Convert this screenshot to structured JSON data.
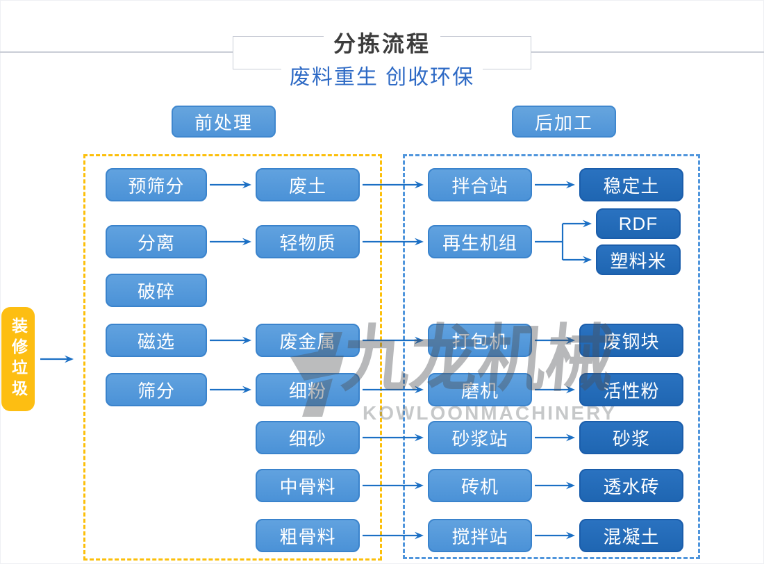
{
  "header": {
    "title": "分拣流程",
    "subtitle": "废料重生 创收环保"
  },
  "section_labels": {
    "pre": "前处理",
    "post": "后加工"
  },
  "source": {
    "label": "装修垃圾"
  },
  "watermark": {
    "cn": "九龙机械",
    "en": "KOWLOONMACHINERY"
  },
  "colors": {
    "node_light": "#4B92D7",
    "node_light_border": "#3A83CC",
    "node_dark": "#2268B4",
    "node_dark_border": "#1A5DAB",
    "arrow": "#1B6FC4",
    "dashed_yellow": "#FCBF0A",
    "dashed_blue": "#4F95DC",
    "source_fill": "#FDBE12",
    "title_text": "#3C3C3C",
    "subtitle_text": "#2E6AC5",
    "header_line": "#C9CDD6"
  },
  "nodes": [
    {
      "id": "yushaifen",
      "label": "预筛分",
      "col": "c1",
      "row": "r1",
      "variant": "light"
    },
    {
      "id": "feitu",
      "label": "废土",
      "col": "c2",
      "row": "r1",
      "variant": "light"
    },
    {
      "id": "banhezhan",
      "label": "拌合站",
      "col": "c3",
      "row": "r1",
      "variant": "light"
    },
    {
      "id": "wendingtu",
      "label": "稳定土",
      "col": "c4",
      "row": "r1",
      "variant": "dark"
    },
    {
      "id": "fenli",
      "label": "分离",
      "col": "c1",
      "row": "r2",
      "variant": "light"
    },
    {
      "id": "qingwuzhi",
      "label": "轻物质",
      "col": "c2",
      "row": "r2",
      "variant": "light"
    },
    {
      "id": "zaishengjizu",
      "label": "再生机组",
      "col": "c3",
      "row": "r2",
      "variant": "light"
    },
    {
      "id": "rdf",
      "label": "RDF",
      "col": "c4s",
      "row": "r2a",
      "variant": "dark",
      "size": "small"
    },
    {
      "id": "sulami",
      "label": "塑料米",
      "col": "c4s",
      "row": "r2b",
      "variant": "dark",
      "size": "small"
    },
    {
      "id": "posui",
      "label": "破碎",
      "col": "c1",
      "row": "r3",
      "variant": "light"
    },
    {
      "id": "cixuan",
      "label": "磁选",
      "col": "c1",
      "row": "r4",
      "variant": "light"
    },
    {
      "id": "feijinshu",
      "label": "废金属",
      "col": "c2",
      "row": "r4",
      "variant": "light"
    },
    {
      "id": "dabaoji",
      "label": "打包机",
      "col": "c3",
      "row": "r4",
      "variant": "light"
    },
    {
      "id": "feigangkuai",
      "label": "废钢块",
      "col": "c4",
      "row": "r4",
      "variant": "dark"
    },
    {
      "id": "shaifen",
      "label": "筛分",
      "col": "c1",
      "row": "r5",
      "variant": "light"
    },
    {
      "id": "xifen",
      "label": "细粉",
      "col": "c2",
      "row": "r5",
      "variant": "light"
    },
    {
      "id": "moji",
      "label": "磨机",
      "col": "c3",
      "row": "r5",
      "variant": "light"
    },
    {
      "id": "huoxingfen",
      "label": "活性粉",
      "col": "c4",
      "row": "r5",
      "variant": "dark"
    },
    {
      "id": "xisha",
      "label": "细砂",
      "col": "c2",
      "row": "r6",
      "variant": "light"
    },
    {
      "id": "shajiangzhan",
      "label": "砂浆站",
      "col": "c3",
      "row": "r6",
      "variant": "light"
    },
    {
      "id": "shajiang",
      "label": "砂浆",
      "col": "c4",
      "row": "r6",
      "variant": "dark"
    },
    {
      "id": "zhongguliao",
      "label": "中骨料",
      "col": "c2",
      "row": "r7",
      "variant": "light"
    },
    {
      "id": "zhuanji",
      "label": "砖机",
      "col": "c3",
      "row": "r7",
      "variant": "light"
    },
    {
      "id": "toushuizhuan",
      "label": "透水砖",
      "col": "c4",
      "row": "r7",
      "variant": "dark"
    },
    {
      "id": "cuguliao",
      "label": "粗骨料",
      "col": "c2",
      "row": "r8",
      "variant": "light"
    },
    {
      "id": "jiaobanzhan",
      "label": "搅拌站",
      "col": "c3",
      "row": "r8",
      "variant": "light"
    },
    {
      "id": "hunningtu",
      "label": "混凝土",
      "col": "c4",
      "row": "r8",
      "variant": "dark"
    }
  ],
  "links": [
    {
      "type": "source",
      "to": "pre-zone"
    },
    {
      "type": "h",
      "from": "yushaifen",
      "to": "feitu"
    },
    {
      "type": "h",
      "from": "feitu",
      "to": "banhezhan"
    },
    {
      "type": "h",
      "from": "banhezhan",
      "to": "wendingtu"
    },
    {
      "type": "h",
      "from": "fenli",
      "to": "qingwuzhi"
    },
    {
      "type": "h",
      "from": "qingwuzhi",
      "to": "zaishengjizu"
    },
    {
      "type": "fork",
      "from": "zaishengjizu",
      "to": [
        "rdf",
        "sulami"
      ]
    },
    {
      "type": "h",
      "from": "cixuan",
      "to": "feijinshu"
    },
    {
      "type": "h",
      "from": "feijinshu",
      "to": "dabaoji"
    },
    {
      "type": "h",
      "from": "dabaoji",
      "to": "feigangkuai"
    },
    {
      "type": "h",
      "from": "shaifen",
      "to": "xifen"
    },
    {
      "type": "h",
      "from": "xifen",
      "to": "moji"
    },
    {
      "type": "h",
      "from": "moji",
      "to": "huoxingfen"
    },
    {
      "type": "h",
      "from": "xisha",
      "to": "shajiangzhan"
    },
    {
      "type": "h",
      "from": "shajiangzhan",
      "to": "shajiang"
    },
    {
      "type": "h",
      "from": "zhongguliao",
      "to": "zhuanji"
    },
    {
      "type": "h",
      "from": "zhuanji",
      "to": "toushuizhuan"
    },
    {
      "type": "h",
      "from": "cuguliao",
      "to": "jiaobanzhan"
    },
    {
      "type": "h",
      "from": "jiaobanzhan",
      "to": "hunningtu"
    }
  ]
}
